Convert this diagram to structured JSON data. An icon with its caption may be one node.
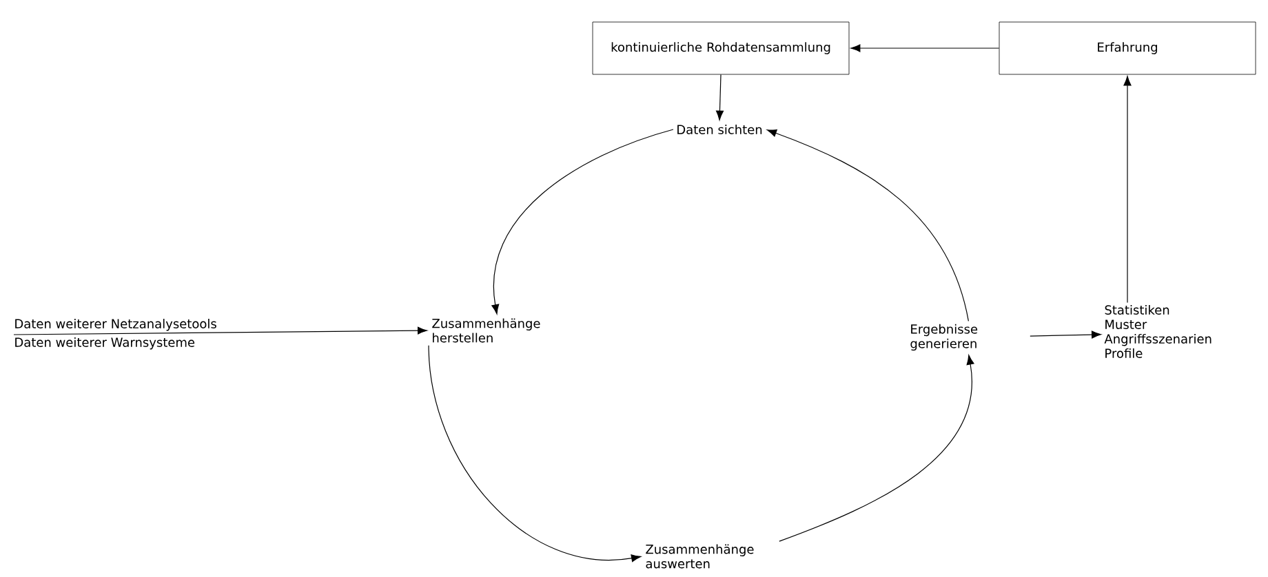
{
  "diagram": {
    "nodes": [
      {
        "text": [
          "kontinuierliche Rohdatensammlung"
        ]
      },
      {
        "text": [
          "Erfahrung"
        ]
      },
      {
        "text": [
          "Daten sichten"
        ]
      },
      {
        "text": [
          "Daten weiterer Netzanalysetools",
          "Daten weiterer Warnsysteme"
        ]
      },
      {
        "text": [
          "Zusammenhänge herstellen"
        ]
      },
      {
        "text": [
          "Ergebnisse generieren"
        ]
      },
      {
        "text": [
          "Statistiken",
          "Muster",
          "Angriffsszenarien",
          "Profile"
        ]
      },
      {
        "text": [
          "Zusammenhänge auswerten"
        ]
      }
    ],
    "edges": [
      {
        "from": 1,
        "to": 0,
        "arrow": "to"
      },
      {
        "from": 0,
        "to": 2,
        "arrow": "to"
      },
      {
        "from": 2,
        "to": 4,
        "arrow": "to"
      },
      {
        "from": 3,
        "to": 4,
        "arrow": "to"
      },
      {
        "from": 4,
        "to": 7,
        "arrow": "to"
      },
      {
        "from": 7,
        "to": 5,
        "arrow": "to"
      },
      {
        "from": 5,
        "to": 2,
        "arrow": "to"
      },
      {
        "from": 5,
        "to": 6,
        "arrow": "to"
      },
      {
        "from": 6,
        "to": 1,
        "arrow": "to"
      }
    ]
  }
}
